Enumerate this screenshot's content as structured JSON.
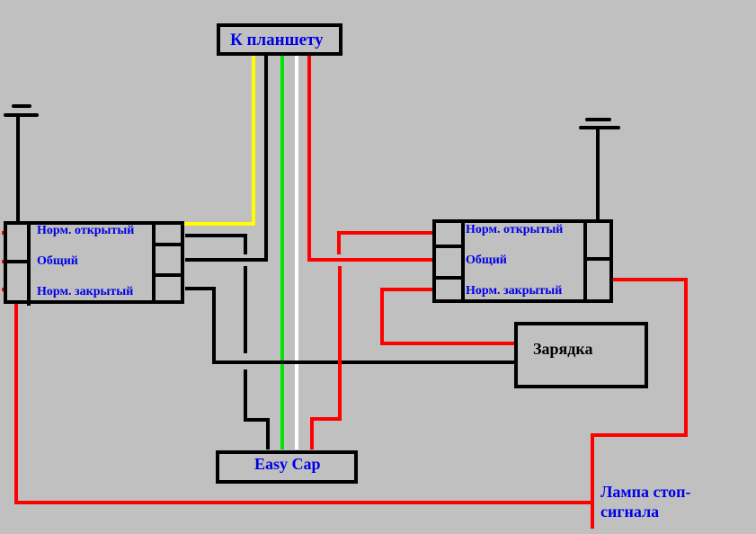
{
  "diagram": {
    "type": "wiring-schematic",
    "colors": {
      "background": "#c0c0c0",
      "wire_black": "#000000",
      "wire_red": "#ff0000",
      "wire_yellow": "#ffff00",
      "wire_green": "#00e600",
      "wire_white": "#ffffff",
      "label_blue": "#0000e6"
    },
    "boxes": {
      "tablet": {
        "label": "К планшету"
      },
      "easycap": {
        "label": "Easy Cap"
      },
      "charger": {
        "label": "Зарядка"
      },
      "relay_left": {
        "contacts": [
          "Норм. открытый",
          "Общий",
          "Норм. закрытый"
        ]
      },
      "relay_right": {
        "contacts": [
          "Норм. открытый",
          "Общий",
          "Норм. закрытый"
        ]
      }
    },
    "lamp_label": [
      "Лампа стоп-",
      "сигнала"
    ],
    "symbols": {
      "ground_left": "ground-symbol",
      "ground_right": "ground-symbol"
    }
  }
}
